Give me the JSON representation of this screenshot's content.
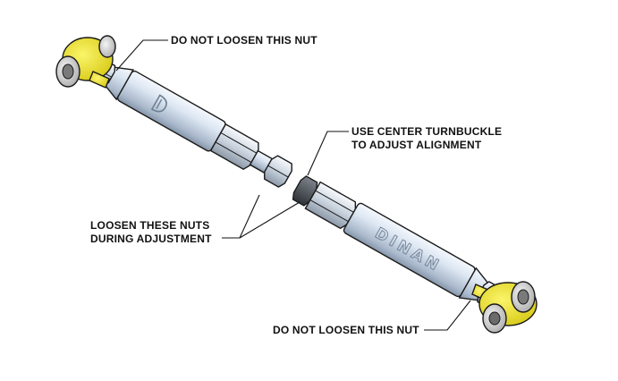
{
  "callouts": {
    "top_nut": "DO NOT LOOSEN THIS NUT",
    "turnbuckle_line1": "USE CENTER TURNBUCKLE",
    "turnbuckle_line2": "TO ADJUST ALIGNMENT",
    "loosen_line1": "LOOSEN THESE NUTS",
    "loosen_line2": "DURING ADJUSTMENT",
    "bottom_nut": "DO NOT LOOSEN THIS NUT"
  },
  "rod_marking": "DINAN",
  "colors": {
    "rod_end": "#f2ea2a",
    "tube_light": "#e4ecf6",
    "tube_mid": "#b9c8da",
    "tube_dark": "#8797ab",
    "bushing": "#d8d8d8",
    "nut": "#c9d3de",
    "jam_nut": "#4b4f55"
  }
}
